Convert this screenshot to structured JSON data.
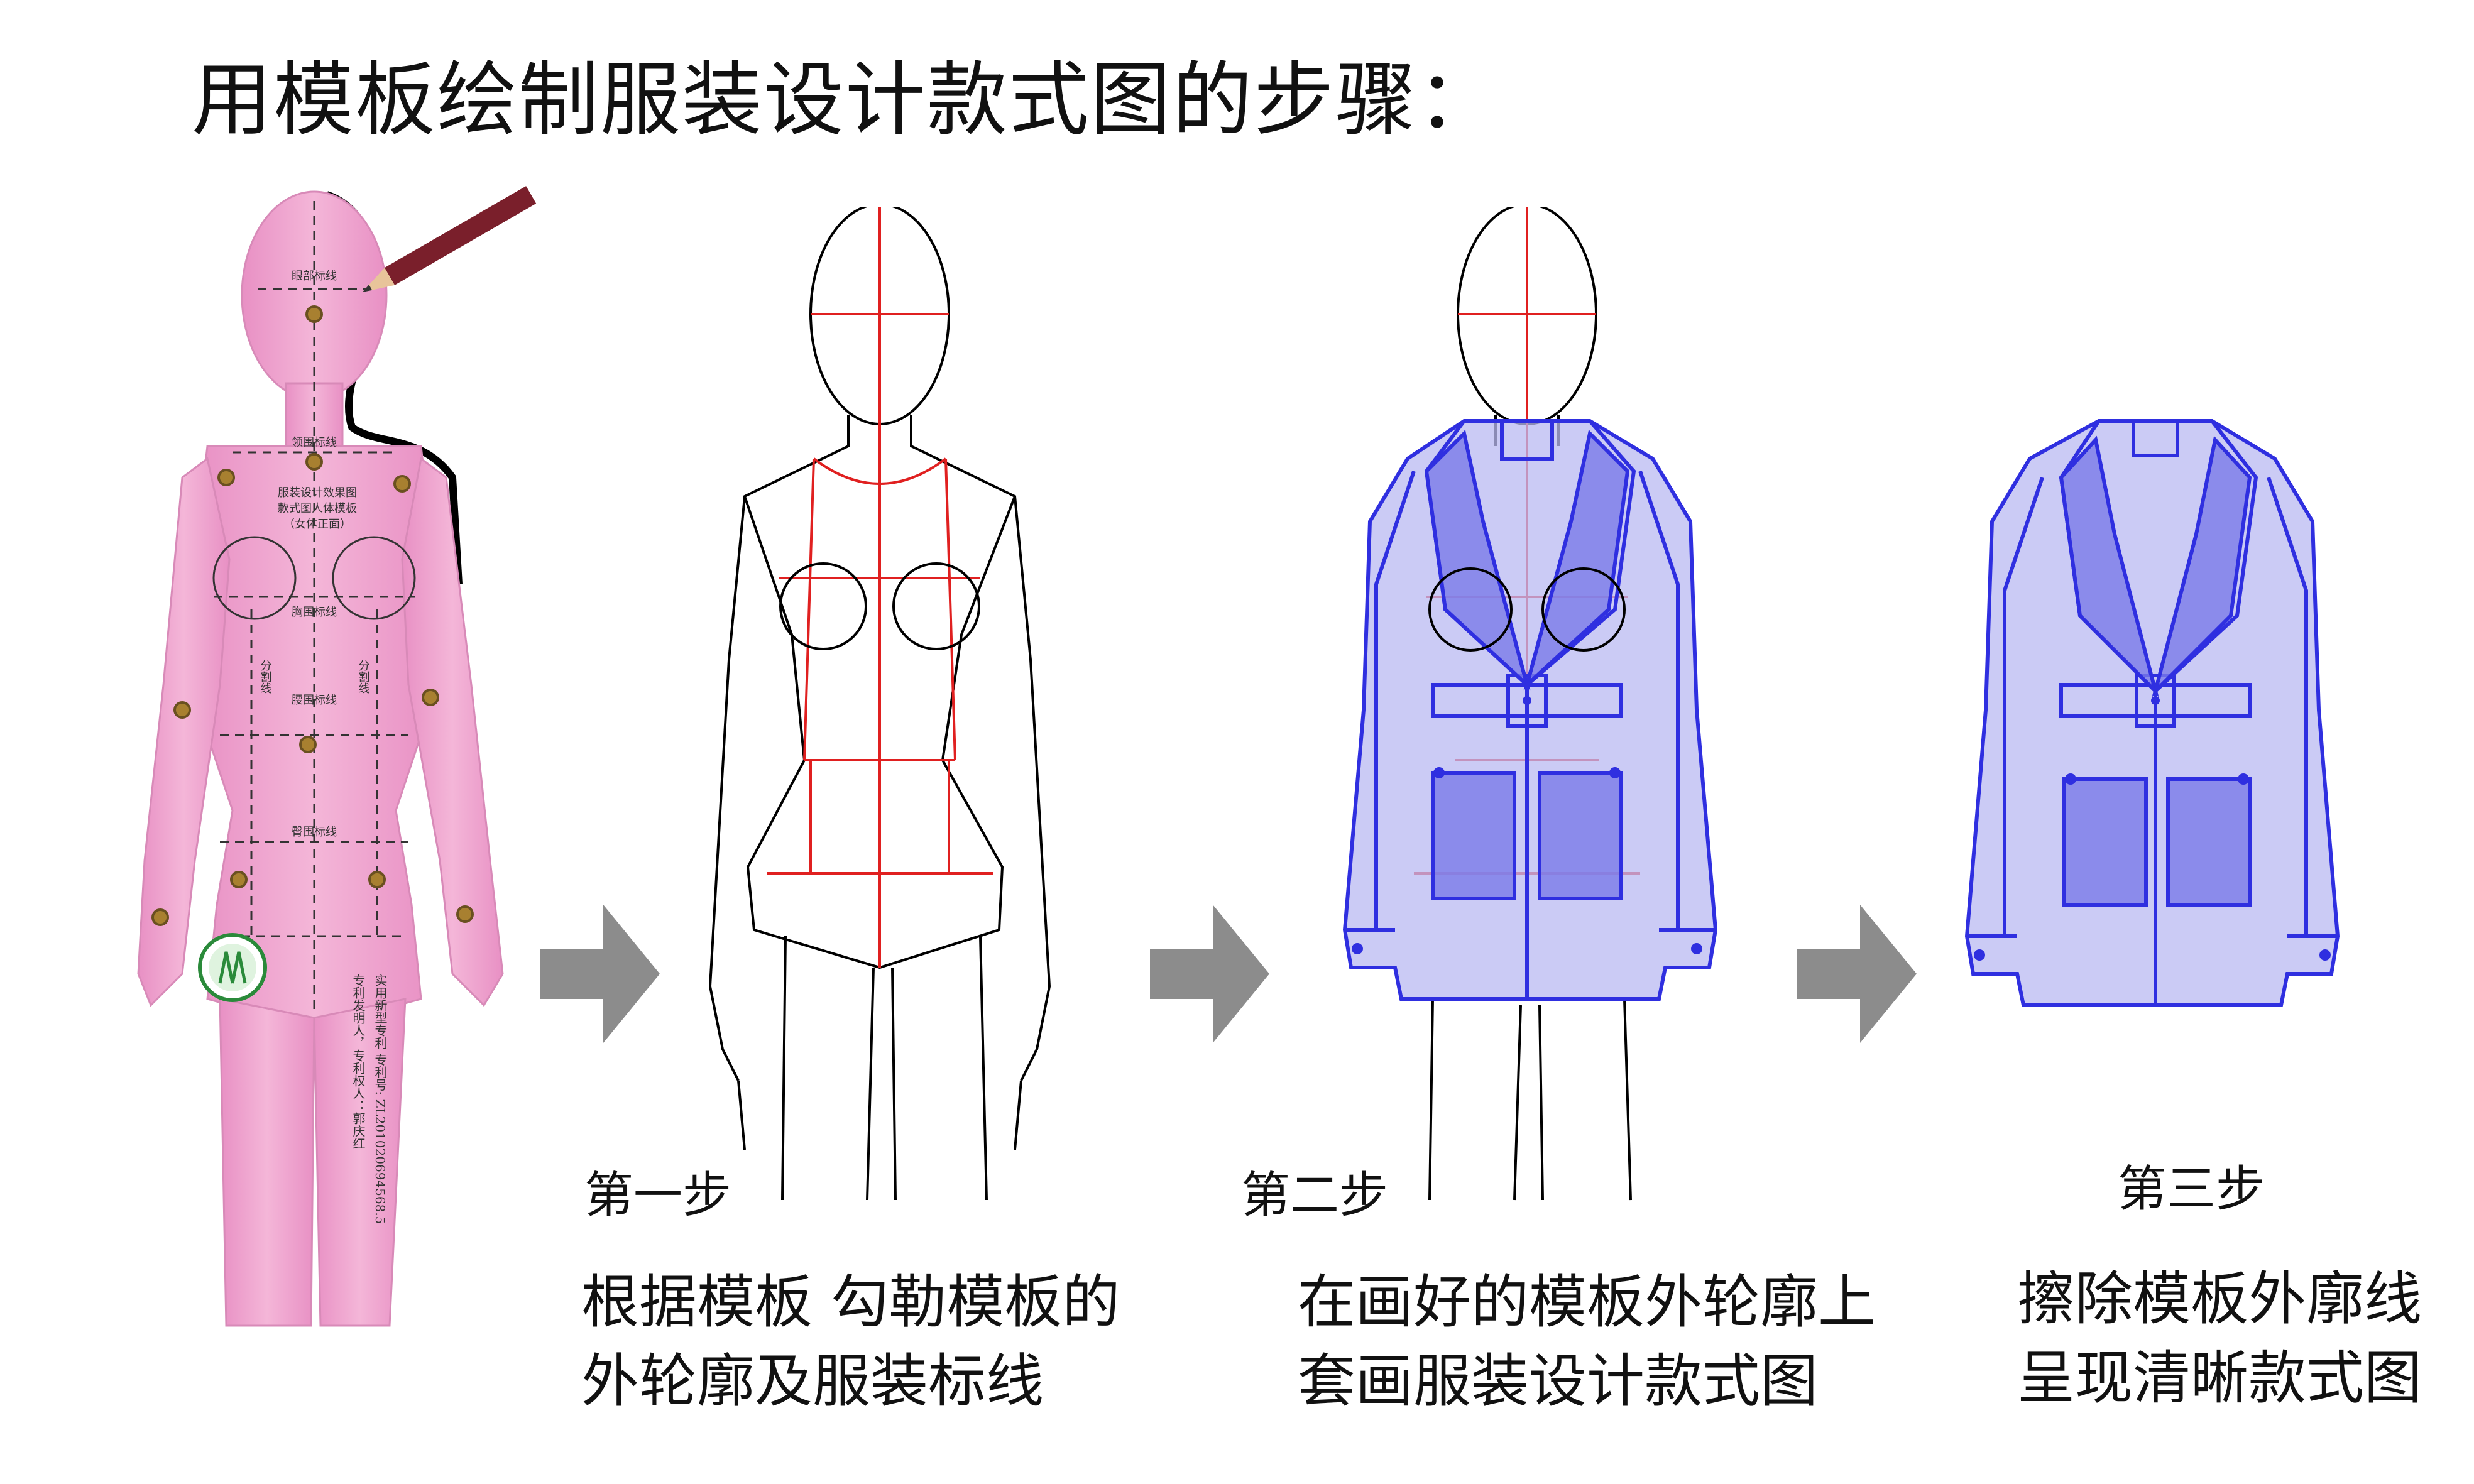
{
  "title": "用模板绘制服装设计款式图的步骤：",
  "template_card": {
    "labels": {
      "eye_line": "眼部标线",
      "neck_line": "领围标线",
      "card_name_1": "服装设计效果图",
      "card_name_2": "款式图人体模板",
      "card_name_3": "（女体正面）",
      "chest_line": "胸围标线",
      "split_line": "分割线",
      "waist_line": "腰围标线",
      "hip_line": "臀围标线",
      "patent_1": "实用新型专利 专利号: ZL201020694568.5",
      "patent_2": "专利发明人，专利权人：郭庆红"
    }
  },
  "steps": [
    {
      "label": "第一步",
      "desc_line1": "根据模板 勾勒模板的",
      "desc_line2": "外轮廓及服装标线"
    },
    {
      "label": "第二步",
      "desc_line1": "在画好的模板外轮廓上",
      "desc_line2": "套画服装设计款式图"
    },
    {
      "label": "第三步",
      "desc_line1": "擦除模板外廓线",
      "desc_line2": "呈现清晰款式图"
    }
  ],
  "colors": {
    "template_pink": "#F0A8CF",
    "guide_red": "#E02020",
    "garment_blue": "#2F2FE0",
    "garment_fill": "#B9B9F2",
    "arrow_gray": "#8C8C8C"
  }
}
